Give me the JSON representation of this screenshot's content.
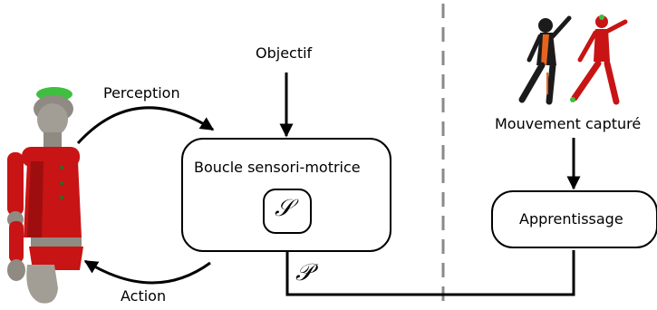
{
  "labels": {
    "perception": "Perception",
    "action": "Action",
    "objective": "Objectif",
    "loop": "Boucle sensori-motrice",
    "loop_symbol": "𝒮",
    "capture": "Mouvement capturé",
    "learning": "Apprentissage",
    "policy_symbol": "𝒫"
  },
  "colors": {
    "robot_red": "#c81414",
    "robot_grey": "#8f8a82",
    "suit_black": "#1b1b1b",
    "suit_orange": "#e8641e",
    "marker_green": "#3fbf3f",
    "divider": "#8a8a8a"
  }
}
